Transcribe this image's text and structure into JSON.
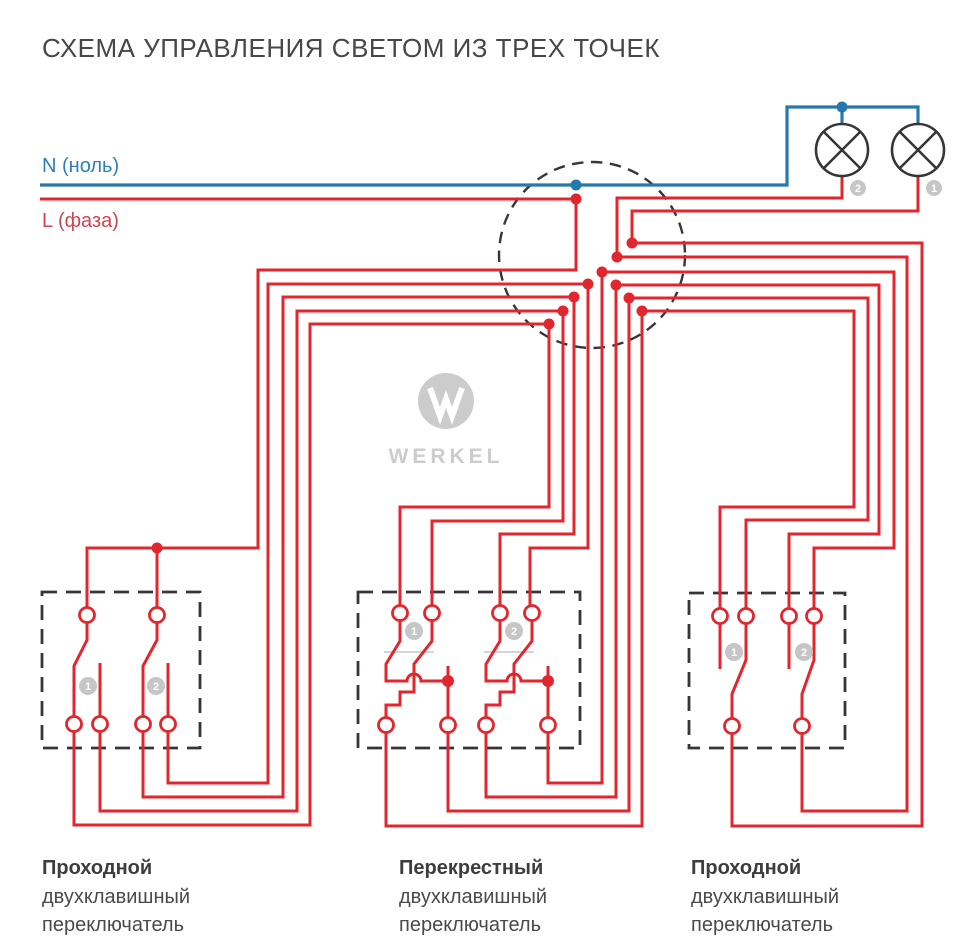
{
  "title": "СХЕМА УПРАВЛЕНИЯ СВЕТОМ ИЗ ТРЕХ ТОЧЕК",
  "legend": {
    "neutral_label": "N (ноль)",
    "phase_label": "L (фаза)"
  },
  "lamps": [
    {
      "number": "2"
    },
    {
      "number": "1"
    }
  ],
  "watermark": {
    "brand": "WERKEL"
  },
  "switch_boxes": [
    {
      "badges": [
        "1",
        "2"
      ],
      "caption": {
        "line1": "Проходной",
        "line2": "двухклавишный",
        "line3": "переключатель"
      }
    },
    {
      "badges": [
        "1",
        "2"
      ],
      "caption": {
        "line1": "Перекрестный",
        "line2": "двухклавишный",
        "line3": "переключатель"
      }
    },
    {
      "badges": [
        "1",
        "2"
      ],
      "caption": {
        "line1": "Проходной",
        "line2": "двухклавишный",
        "line3": "переключатель"
      }
    }
  ],
  "colors": {
    "wire-red": "#e2262d",
    "wire-blue": "#2579ae",
    "label-blue": "#2e80b5",
    "label-red": "#cd4553",
    "ink": "#39343a",
    "badge-gray": "#c6c6c6",
    "logo-gray": "#cccccc",
    "text-dark": "#3d3d3d"
  }
}
